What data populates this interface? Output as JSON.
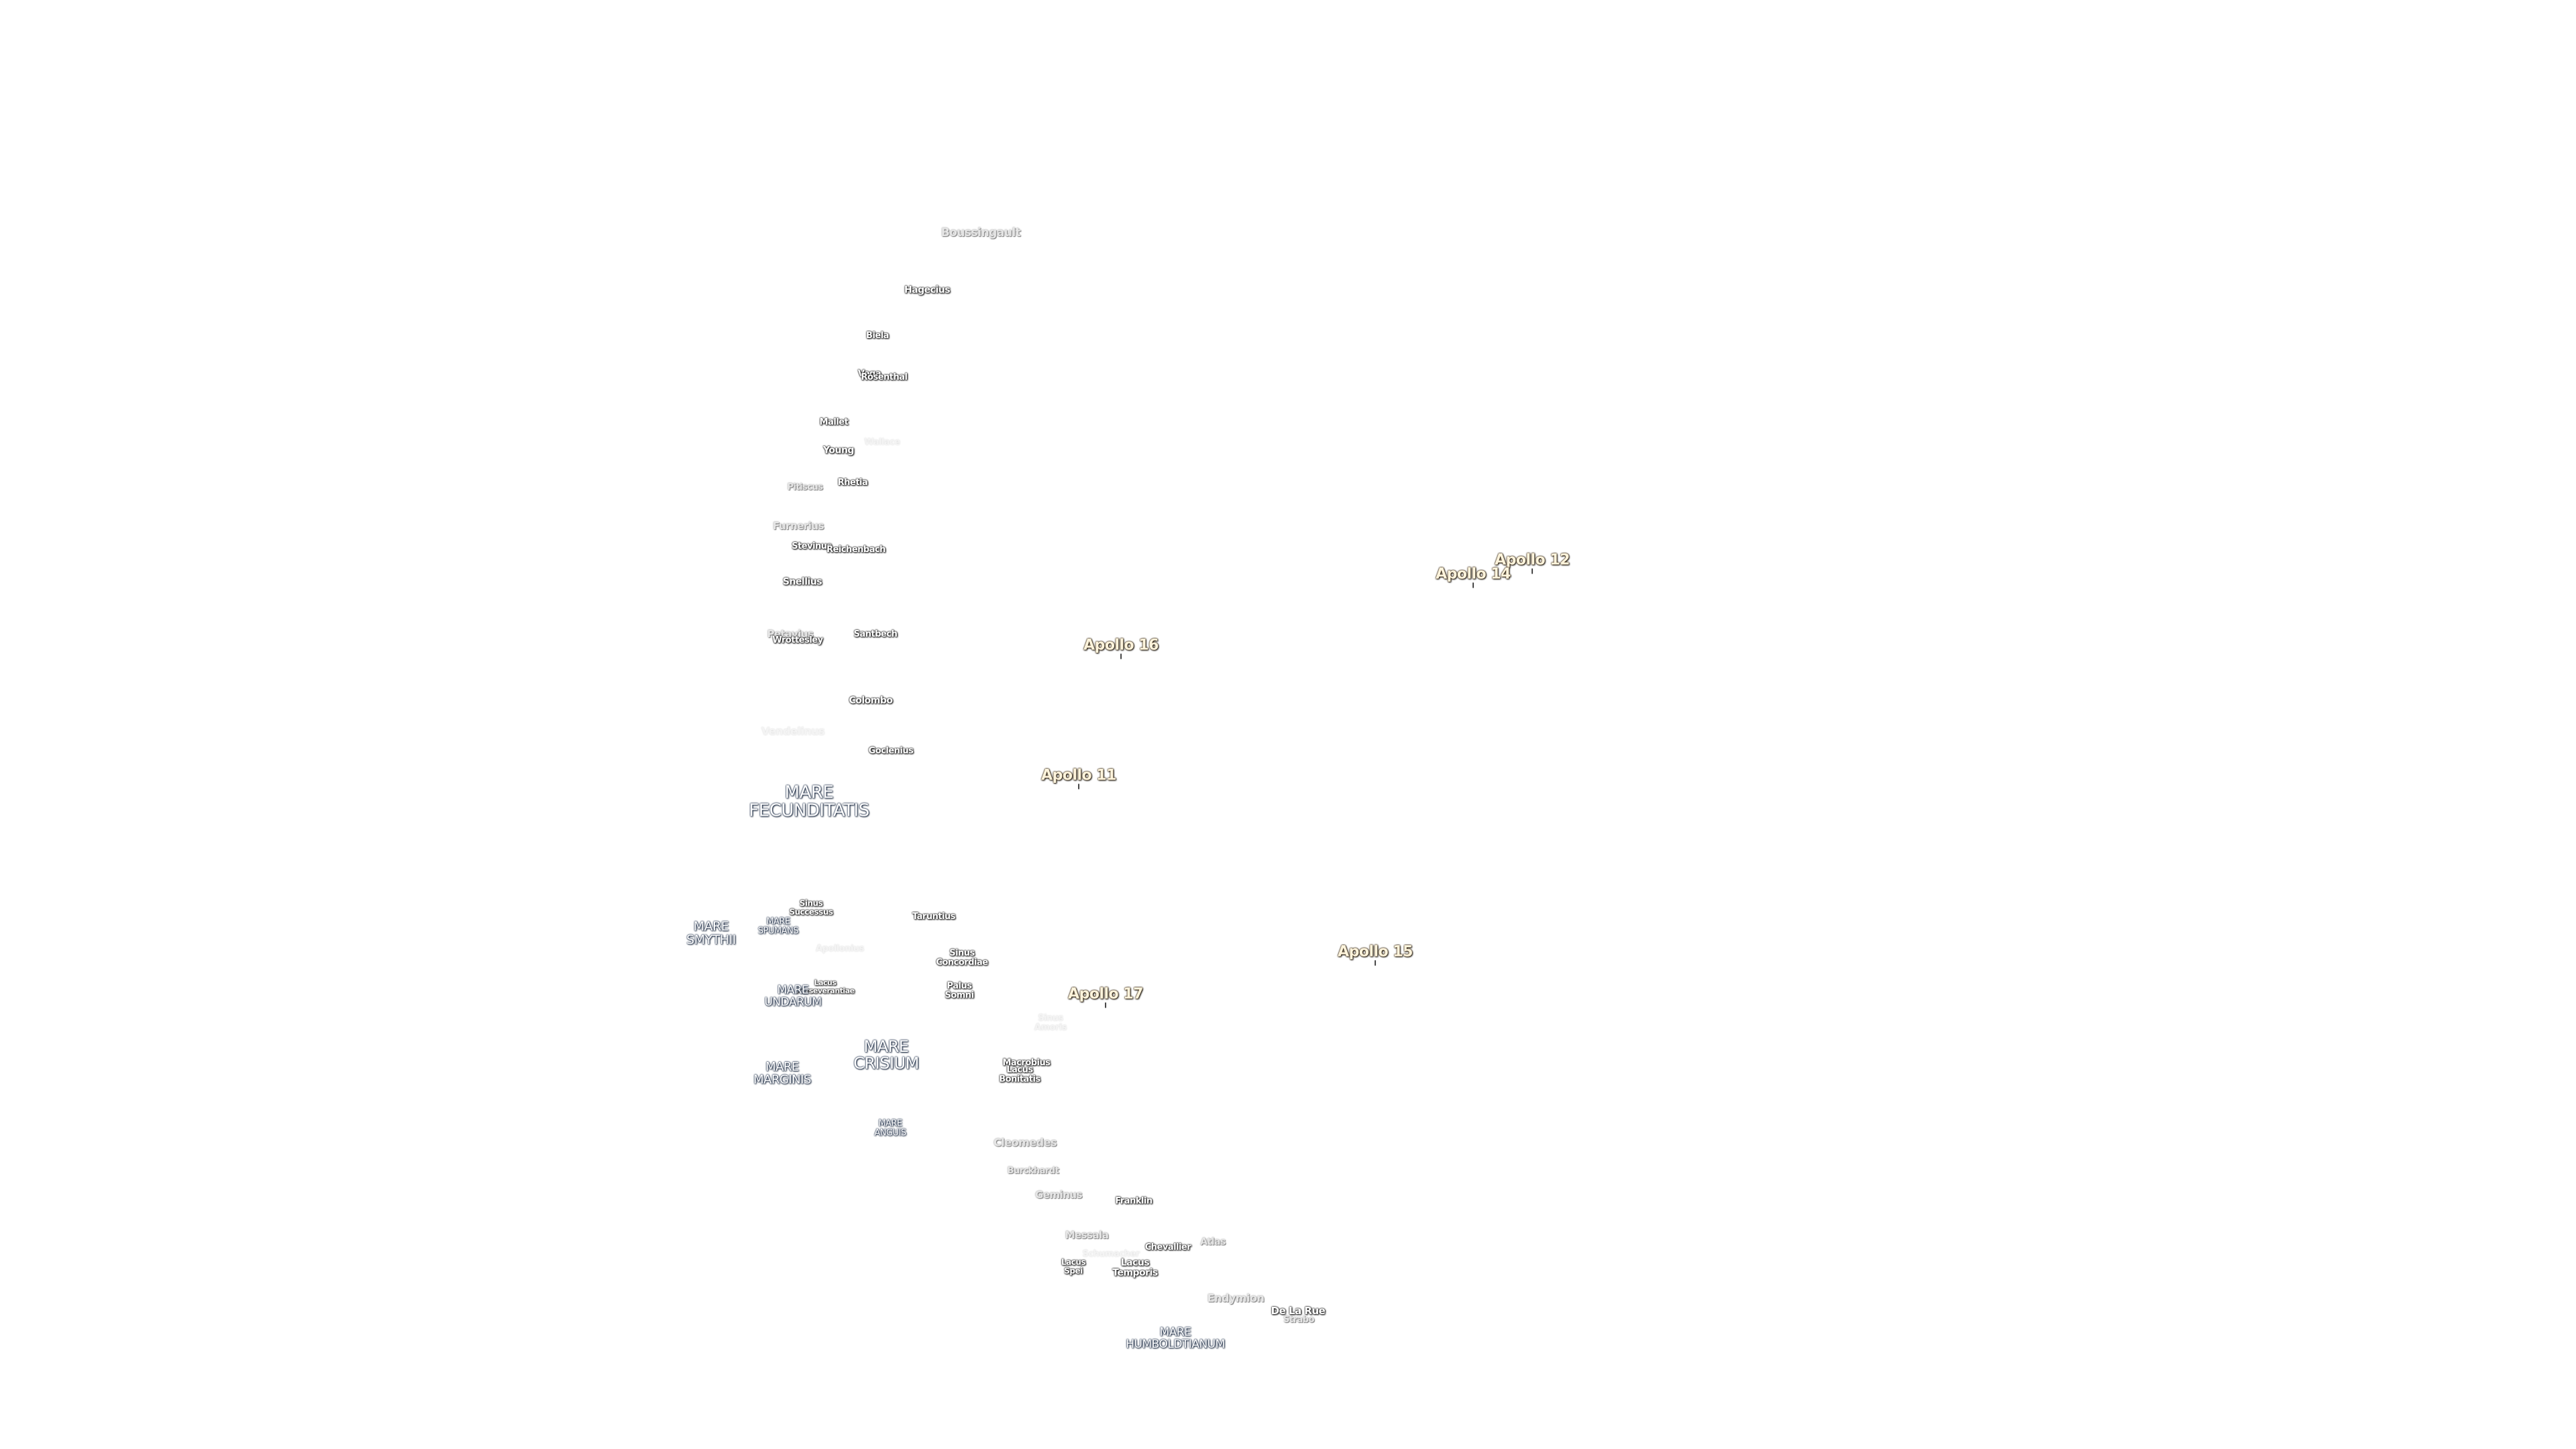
{
  "labels": [
    {
      "text": "Boussingault",
      "style": "crater-light",
      "size": 17
    },
    {
      "text": "Hagecius",
      "style": "crater-dark",
      "size": 14
    },
    {
      "text": "Biela",
      "style": "crater-dark",
      "size": 13
    },
    {
      "text": "Vega",
      "style": "crater-dark",
      "size": 13
    },
    {
      "text": "Rosenthal",
      "style": "crater-dark",
      "size": 13
    },
    {
      "text": "Mallet",
      "style": "crater-dark",
      "size": 13
    },
    {
      "text": "Wallace",
      "style": "crater-faint",
      "size": 13
    },
    {
      "text": "Young",
      "style": "crater-dark",
      "size": 14
    },
    {
      "text": "Pitiscus",
      "style": "crater-light",
      "size": 13
    },
    {
      "text": "Rhetia",
      "style": "crater-dark",
      "size": 13
    },
    {
      "text": "Furnerius",
      "style": "crater-light",
      "size": 15
    },
    {
      "text": "Stevinus",
      "style": "crater-dark",
      "size": 13
    },
    {
      "text": "Reichenbach",
      "style": "crater-dark",
      "size": 13
    },
    {
      "text": "Snellius",
      "style": "crater-dark",
      "size": 14
    },
    {
      "text": "Petavius",
      "style": "crater-light",
      "size": 15
    },
    {
      "text": "Wrottesley",
      "style": "crater-dark",
      "size": 13
    },
    {
      "text": "Santbech",
      "style": "crater-dark",
      "size": 13
    },
    {
      "text": "Colombo",
      "style": "crater-dark",
      "size": 14
    },
    {
      "text": "Vendelinus",
      "style": "crater-faint",
      "size": 16
    },
    {
      "text": "Goclenius",
      "style": "crater-dark",
      "size": 13
    },
    {
      "text": "MARE\nFECUNDITATIS",
      "style": "mare",
      "size": 26
    },
    {
      "text": "Sinus\nSuccessus",
      "style": "crater-dark",
      "size": 12
    },
    {
      "text": "MARE\nSMYTHII",
      "style": "mare",
      "size": 19
    },
    {
      "text": "MARE\nSPUMANS",
      "style": "mare",
      "size": 13
    },
    {
      "text": "Taruntius",
      "style": "crater-dark",
      "size": 13
    },
    {
      "text": "Apollonius",
      "style": "crater-faint",
      "size": 13
    },
    {
      "text": "Sinus\nConcordiae",
      "style": "crater-dark",
      "size": 13
    },
    {
      "text": "Lacus\nPerseverantiae",
      "style": "crater-dark",
      "size": 11
    },
    {
      "text": "MARE\nUNDARUM",
      "style": "mare",
      "size": 17
    },
    {
      "text": "Palus\nSomni",
      "style": "crater-dark",
      "size": 13
    },
    {
      "text": "Sinus\nAmoris",
      "style": "crater-faint",
      "size": 13
    },
    {
      "text": "MARE\nCRISIUM",
      "style": "mare",
      "size": 24
    },
    {
      "text": "Macrobius",
      "style": "crater-dark",
      "size": 13
    },
    {
      "text": "Lacus\nBonitatis",
      "style": "crater-dark",
      "size": 13
    },
    {
      "text": "MARE\nMARGINIS",
      "style": "mare",
      "size": 18
    },
    {
      "text": "MARE\nANGUIS",
      "style": "mare",
      "size": 13
    },
    {
      "text": "Cleomedes",
      "style": "crater-light",
      "size": 16
    },
    {
      "text": "Burckhardt",
      "style": "crater-light",
      "size": 13
    },
    {
      "text": "Geminus",
      "style": "crater-light",
      "size": 15
    },
    {
      "text": "Franklin",
      "style": "crater-dark",
      "size": 13
    },
    {
      "text": "Messala",
      "style": "crater-light",
      "size": 15
    },
    {
      "text": "Atlas",
      "style": "crater-light",
      "size": 14
    },
    {
      "text": "Schumacher",
      "style": "crater-faint",
      "size": 13
    },
    {
      "text": "Chevallier",
      "style": "crater-dark",
      "size": 13
    },
    {
      "text": "Lacus\nSpei",
      "style": "crater-dark",
      "size": 12
    },
    {
      "text": "Lacus\nTemporis",
      "style": "crater-dark",
      "size": 14
    },
    {
      "text": "Endymion",
      "style": "crater-light",
      "size": 16
    },
    {
      "text": "De La Rue",
      "style": "crater-dark",
      "size": 15
    },
    {
      "text": "Strabo",
      "style": "crater-light",
      "size": 13
    },
    {
      "text": "MARE\nHUMBOLDTIANUM",
      "style": "mare",
      "size": 17
    },
    {
      "text": "Apollo 12",
      "style": "apollo",
      "size": 22
    },
    {
      "text": "Apollo 14",
      "style": "apollo",
      "size": 22
    },
    {
      "text": "Apollo 16",
      "style": "apollo",
      "size": 22
    },
    {
      "text": "Apollo 11",
      "style": "apollo",
      "size": 22
    },
    {
      "text": "Apollo 15",
      "style": "apollo",
      "size": 22
    },
    {
      "text": "Apollo 17",
      "style": "apollo",
      "size": 22
    }
  ]
}
